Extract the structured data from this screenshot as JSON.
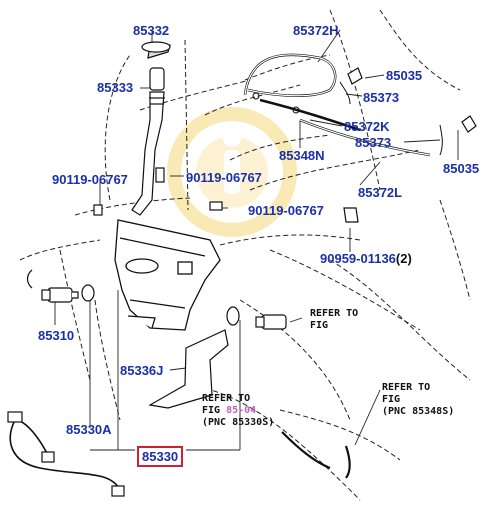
{
  "parts": {
    "p85332": "85332",
    "p85333": "85333",
    "p85372H": "85372H",
    "p85035a": "85035",
    "p85373a": "85373",
    "p85372K": "85372K",
    "p85348N": "85348N",
    "p85373b": "85373",
    "p85035b": "85035",
    "p90119a": "90119-06767",
    "p90119b": "90119-06767",
    "p90119c": "90119-06767",
    "p85372L": "85372L",
    "p90959": "90959-01136",
    "p90959_qty": "(2)",
    "p85310": "85310",
    "p85336J": "85336J",
    "p85330A": "85330A",
    "p85330": "85330"
  },
  "notes": {
    "refer_a_line1": "REFER TO",
    "refer_a_line2": "FIG",
    "refer_b_line1": "REFER TO",
    "refer_b_line2": "FIG",
    "refer_b_fig": "85-04",
    "refer_b_line3": "(PNC 85330S)",
    "refer_c_line1": "REFER TO",
    "refer_c_line2": "FIG",
    "refer_c_line3": "(PNC 85348S)"
  },
  "selected_part": "85330",
  "colors": {
    "label": "#1a2fa8",
    "link": "#c060c0",
    "highlight": "#cc2233",
    "watermark": "#f5d878"
  }
}
